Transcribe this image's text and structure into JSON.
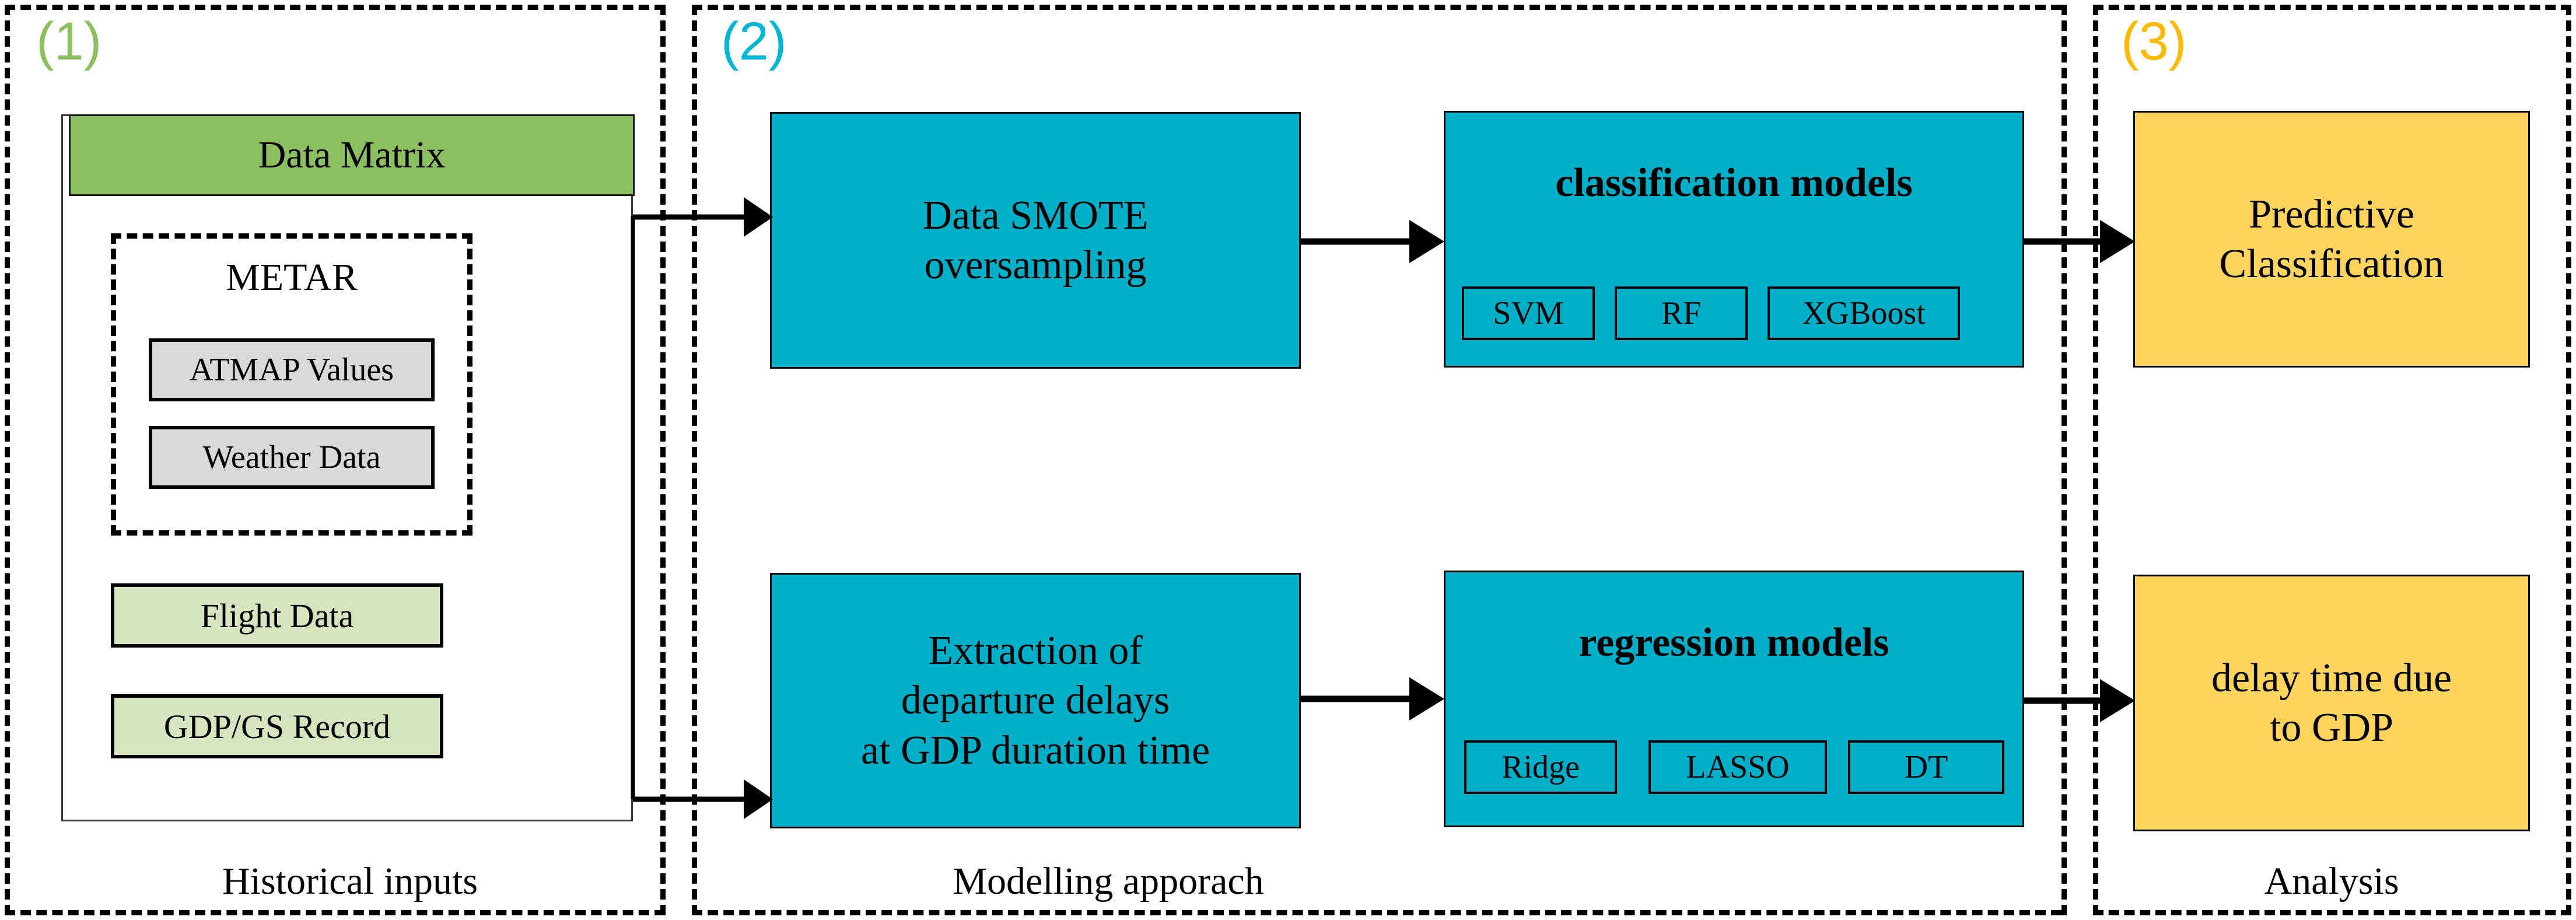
{
  "colors": {
    "stage1": "#8CBF5F",
    "stage2": "#00B6D4",
    "stage3": "#FFB900",
    "data_matrix_fill": "#8CBF5F",
    "metar_chip_fill": "#D9D9D9",
    "source_chip_fill": "#D6E5BD",
    "process_fill": "#00AFC8",
    "output_fill": "#FFD45C",
    "stroke": "#000000"
  },
  "stages": [
    {
      "index": "(1)",
      "caption": "Historical inputs"
    },
    {
      "index": "(2)",
      "caption": "Modelling apporach"
    },
    {
      "index": "(3)",
      "caption": "Analysis"
    }
  ],
  "inputs": {
    "header": "Data Matrix",
    "metar": {
      "title": "METAR",
      "chips": [
        {
          "label": "ATMAP Values"
        },
        {
          "label": "Weather Data"
        }
      ]
    },
    "sources": [
      {
        "label": "Flight Data"
      },
      {
        "label": "GDP/GS Record"
      }
    ]
  },
  "modelling": {
    "top_process": {
      "line1": "Data SMOTE",
      "line2": "oversampling"
    },
    "bottom_process": {
      "line1": "Extraction of",
      "line2": "departure delays",
      "line3": "at GDP duration time"
    },
    "classification": {
      "title": "classification models",
      "models": [
        {
          "label": "SVM"
        },
        {
          "label": "RF"
        },
        {
          "label": "XGBoost"
        }
      ]
    },
    "regression": {
      "title": "regression models",
      "models": [
        {
          "label": "Ridge"
        },
        {
          "label": "LASSO"
        },
        {
          "label": "DT"
        }
      ]
    }
  },
  "analysis": {
    "top_output": {
      "line1": "Predictive",
      "line2": "Classification"
    },
    "bottom_output": {
      "line1": "delay time due",
      "line2": "to GDP"
    }
  }
}
